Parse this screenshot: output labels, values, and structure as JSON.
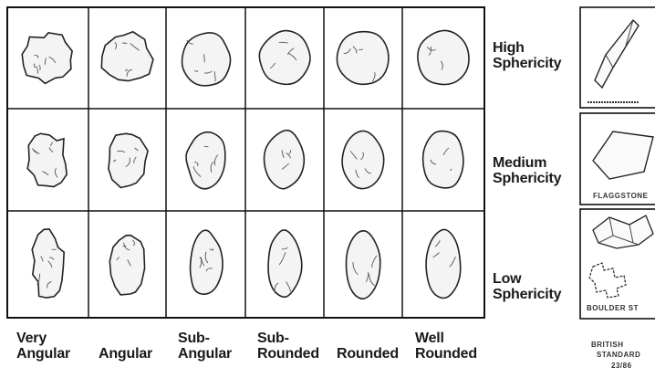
{
  "rows": [
    {
      "label_line1": "High",
      "label_line2": "Sphericity"
    },
    {
      "label_line1": "Medium",
      "label_line2": "Sphericity"
    },
    {
      "label_line1": "Low",
      "label_line2": "Sphericity"
    }
  ],
  "columns": [
    {
      "label_line1": "Very",
      "label_line2": "Angular"
    },
    {
      "label_line1": "",
      "label_line2": "Angular"
    },
    {
      "label_line1": "Sub-",
      "label_line2": "Angular"
    },
    {
      "label_line1": "Sub-",
      "label_line2": "Rounded"
    },
    {
      "label_line1": "",
      "label_line2": "Rounded"
    },
    {
      "label_line1": "Well",
      "label_line2": "Rounded"
    }
  ],
  "side_panel": {
    "caption1": "",
    "caption2": "FLAGGSTONE",
    "caption3": "BOULDER ST",
    "credit_line1": "BRITISH",
    "credit_line2": "STANDARD",
    "credit_line3": "23/86"
  }
}
